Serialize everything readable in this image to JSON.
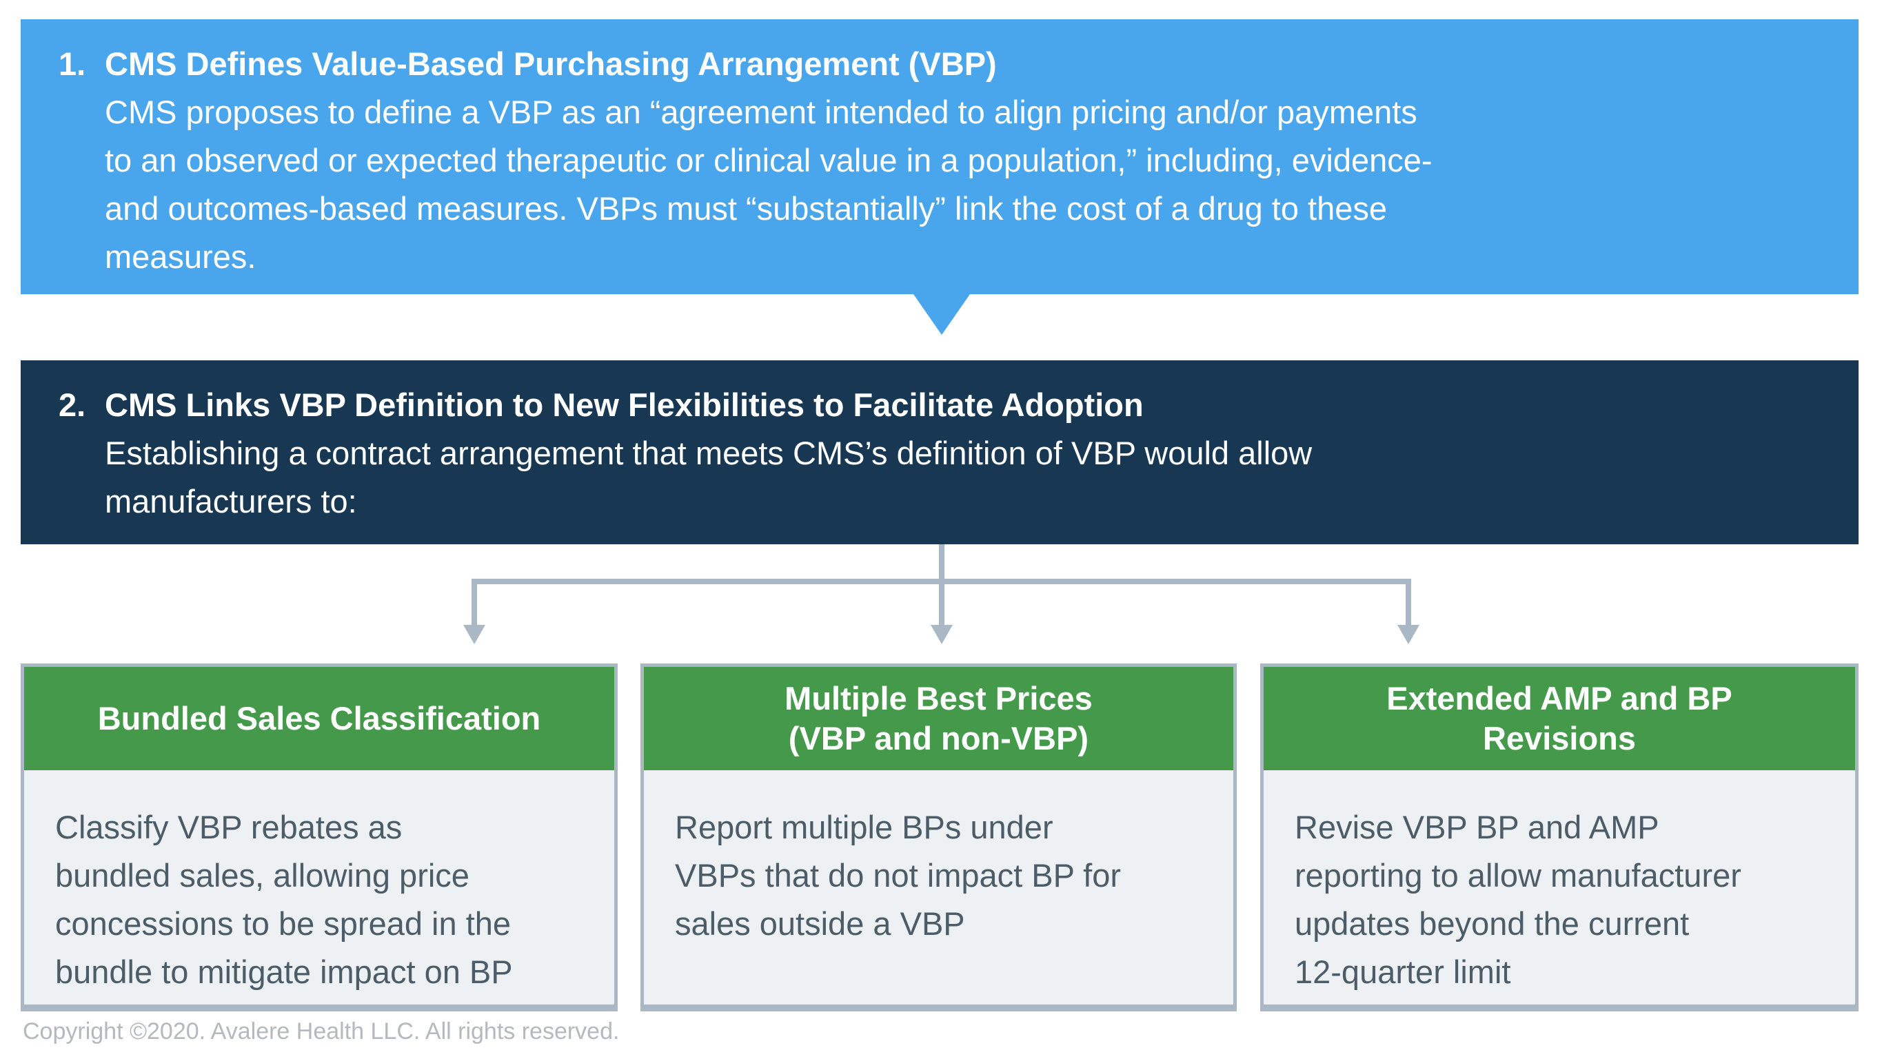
{
  "colors": {
    "light_blue": "#4AA6EC",
    "navy": "#173753",
    "green": "#449A4A",
    "card_body_bg": "#EDF1F4",
    "border_gray": "#A9B8C4",
    "body_text": "#4C5D68",
    "copyright_gray": "#B3B9BD"
  },
  "callout1": {
    "number": "1.",
    "title": "CMS Defines Value-Based Purchasing Arrangement (VBP)",
    "body": "CMS proposes to define a VBP as an “agreement intended to align pricing and/or payments\nto an observed or expected therapeutic or clinical value in a population,” including, evidence-\nand outcomes-based measures. VBPs must “substantially” link the cost of a drug to these\nmeasures."
  },
  "callout2": {
    "number": "2.",
    "title": "CMS Links VBP Definition to New Flexibilities to Facilitate Adoption",
    "body": "Establishing a contract arrangement that meets CMS’s definition of VBP would allow\nmanufacturers to:"
  },
  "cards": [
    {
      "header": "Bundled Sales Classification",
      "body": "Classify VBP rebates as\nbundled sales, allowing price\nconcessions to be spread in the\nbundle to mitigate impact on BP"
    },
    {
      "header": "Multiple Best Prices\n(VBP and non-VBP)",
      "body": "Report multiple BPs under\nVBPs that do not impact BP for\nsales outside a VBP"
    },
    {
      "header": "Extended AMP and BP\nRevisions",
      "body": "Revise VBP BP and AMP\nreporting to allow manufacturer\nupdates beyond the current\n12-quarter limit"
    }
  ],
  "footer": {
    "copyright": "Copyright ©2020. Avalere Health LLC. All rights reserved."
  }
}
